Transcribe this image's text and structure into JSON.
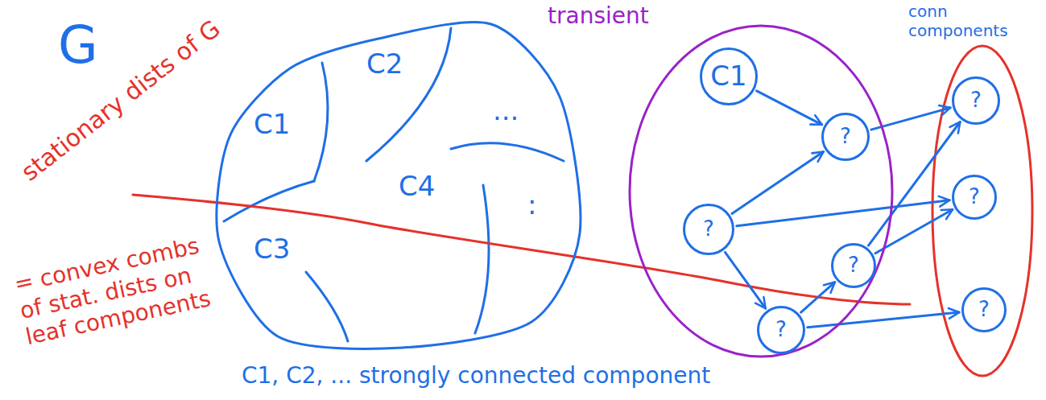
{
  "diagram": {
    "nodes": [
      {
        "text": [
          "G",
          "C1",
          "C2",
          "...",
          "C3",
          "C4",
          ":"
        ]
      },
      {
        "text": [
          "transient"
        ]
      },
      {
        "text": [
          "C1"
        ],
        "in": 1
      },
      {
        "text": [
          "?"
        ],
        "in": 1
      },
      {
        "text": [
          "?"
        ],
        "in": 1
      },
      {
        "text": [
          "?"
        ],
        "in": 1
      },
      {
        "text": [
          "?"
        ],
        "in": 1
      },
      {
        "text": [
          "?"
        ]
      },
      {
        "text": [
          "?"
        ]
      },
      {
        "text": [
          "?"
        ]
      }
    ],
    "edges": [
      {
        "from": 2,
        "to": 3,
        "arrow": "to"
      },
      {
        "from": 4,
        "to": 3,
        "arrow": "to"
      },
      {
        "from": 4,
        "to": 6,
        "arrow": "to"
      },
      {
        "from": 6,
        "to": 5,
        "arrow": "to"
      },
      {
        "from": 3,
        "to": 7,
        "arrow": "to"
      },
      {
        "from": 5,
        "to": 7,
        "arrow": "to"
      },
      {
        "from": 4,
        "to": 8,
        "arrow": "to"
      },
      {
        "from": 5,
        "to": 8,
        "arrow": "to"
      },
      {
        "from": 6,
        "to": 9,
        "arrow": "to"
      }
    ],
    "labels": [
      "stationary dists of G",
      "= convex combs of stat. dists on leaf components",
      "C1, C2, ... strongly connected component",
      "conn components"
    ]
  }
}
